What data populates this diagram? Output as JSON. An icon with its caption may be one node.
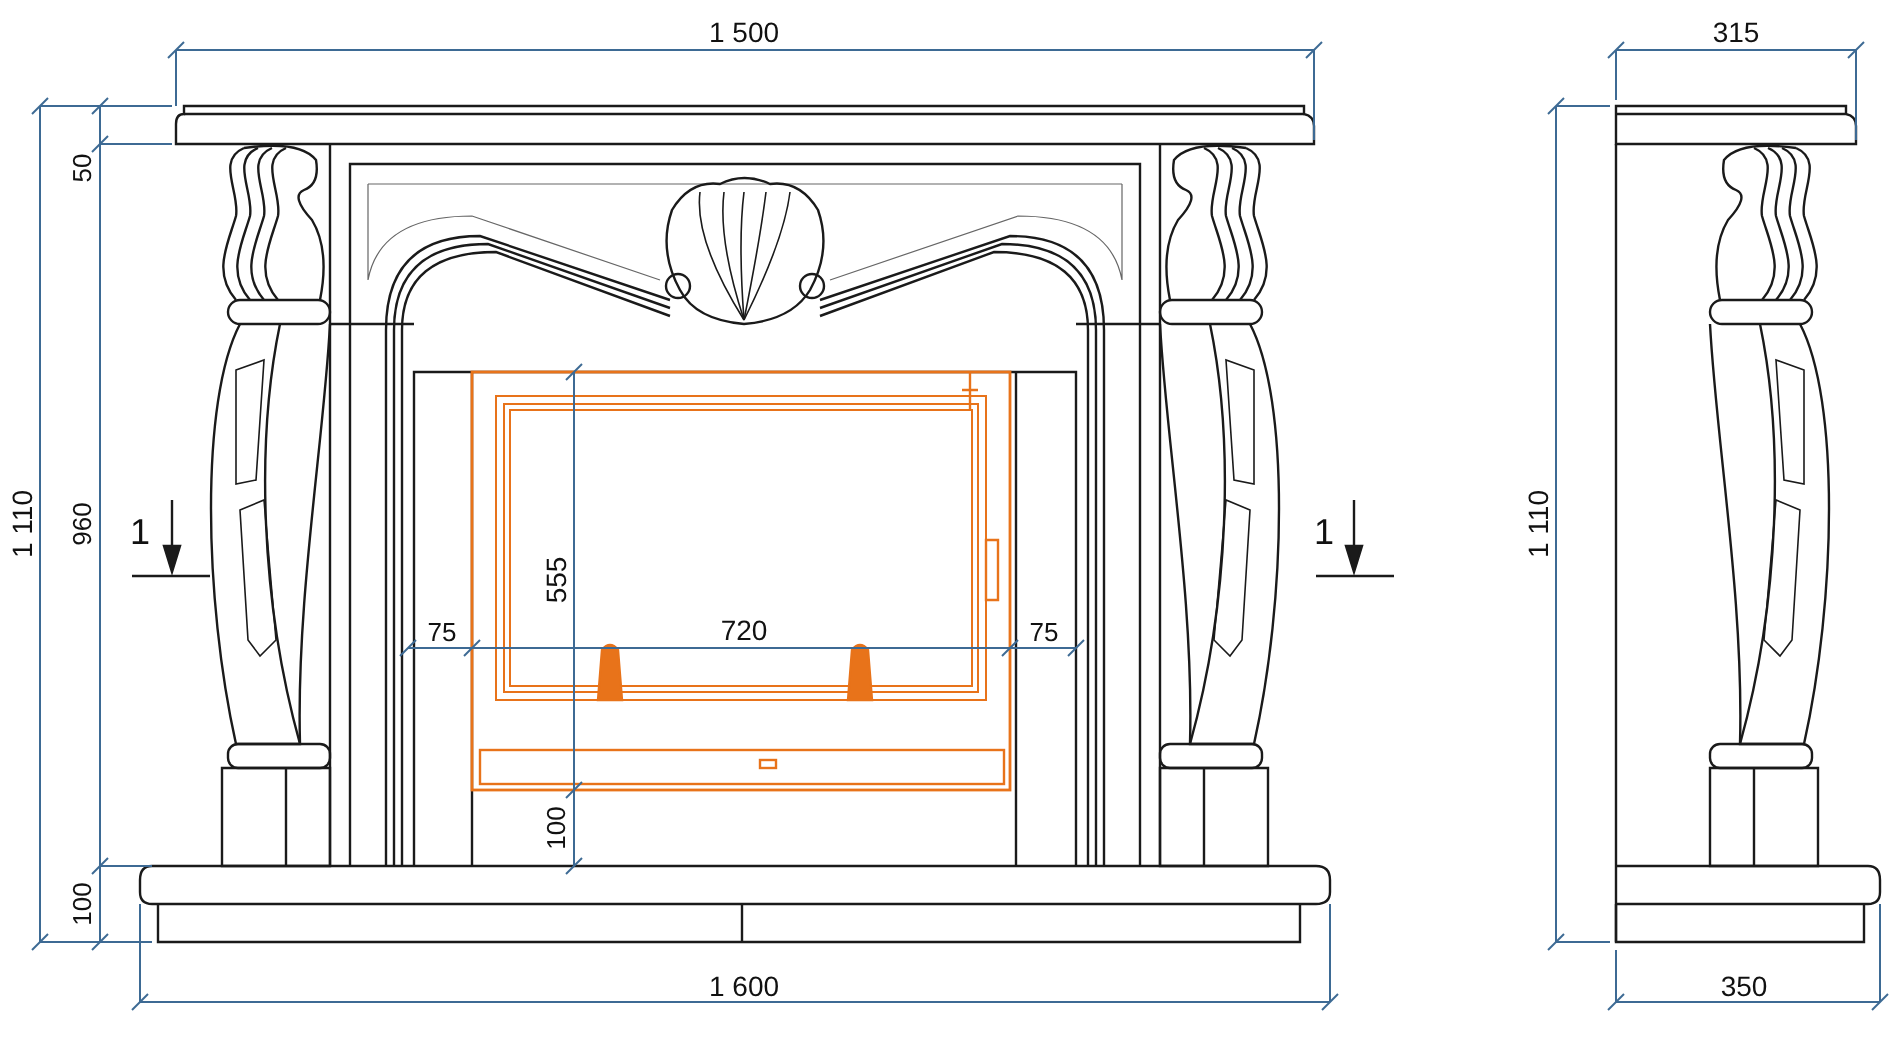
{
  "diagram": {
    "labels": [
      "1 500",
      "315",
      "50",
      "1 110",
      "960",
      "1 110",
      "555",
      "1",
      "1",
      "75",
      "720",
      "75",
      "100",
      "100",
      "1 600",
      "350"
    ]
  }
}
